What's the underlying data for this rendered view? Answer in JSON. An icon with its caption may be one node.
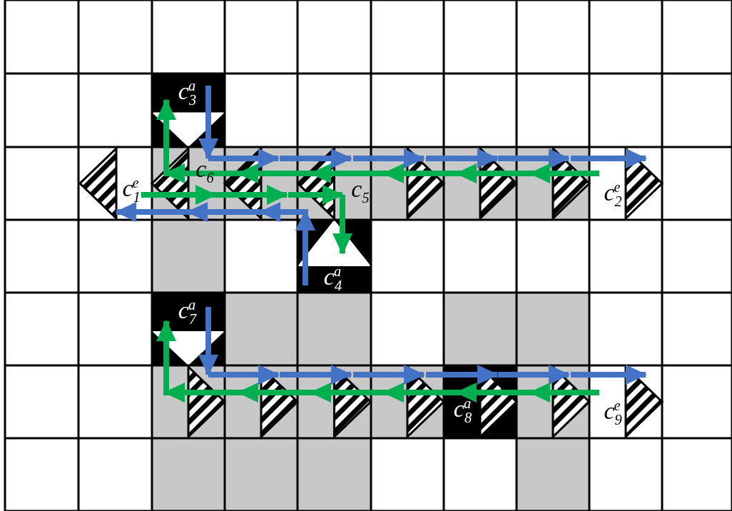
{
  "diagram": {
    "labels": [
      "c$_{3}$$^{a}$",
      "c$_{6}$",
      "c$_{1}$$^{e}$",
      "c$_{5}$",
      "c$_{2}$$^{e}$",
      "c$_{4}$$^{a}$",
      "c$_{7}$$^{a}$",
      "c$_{8}$$^{a}$",
      "c$_{9}$$^{e}$"
    ]
  }
}
